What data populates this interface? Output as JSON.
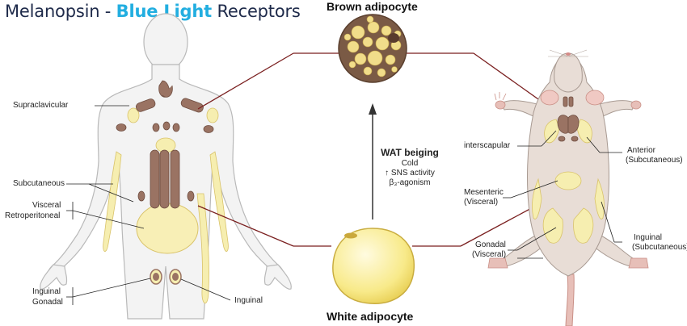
{
  "title": {
    "prefix": "Melanopsin - ",
    "highlight": "Blue Light",
    "suffix": " Receptors"
  },
  "brown_adipocyte": "Brown adipocyte",
  "white_adipocyte": "White adipocyte",
  "beiging": {
    "heading": "WAT beiging",
    "lines": [
      "Cold",
      "↑ SNS activity",
      "β₃-agonism"
    ]
  },
  "human_labels": {
    "supraclavicular": "Supraclavicular",
    "subcutaneous": "Subcutaneous",
    "visceral": "Visceral",
    "retroperitoneal": "Retroperitoneal",
    "inguinal_left": "Inguinal",
    "gonadal": "Gonadal",
    "inguinal_right": "Inguinal"
  },
  "mouse_labels": {
    "interscapular": "interscapular",
    "anterior": "Anterior",
    "anterior_sub": "(Subcutaneous)",
    "mesenteric": "Mesenteric",
    "mesenteric_sub": "(Visceral)",
    "gonadal": "Gonadal",
    "gonadal_sub": "(Visceral)",
    "inguinal": "Inguinal",
    "inguinal_sub": "(Subcutaneous)"
  },
  "colors": {
    "title_highlight": "#22aee0",
    "brown_fat": "#8b6553",
    "white_fat": "#f6eeb0",
    "connector": "#7a1f1f",
    "body_fill": "#f3f3f3",
    "mouse_fill": "#e8ddd6"
  }
}
